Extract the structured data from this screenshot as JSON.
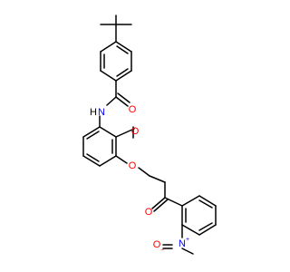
{
  "structure": {
    "atoms": {
      "nh_n": "N",
      "nh_h": "H",
      "amide_o": "O",
      "ester_o_carbonyl": "O",
      "ester_o_link": "O",
      "ketone_o": "O",
      "nitro_n": "N",
      "nitro_n_charge": "+",
      "nitro_o": "O",
      "nitro_o_charge": "−"
    },
    "colors": {
      "bond": "#000000",
      "nitrogen": "#0000ff",
      "oxygen": "#ff0000",
      "hydrogen": "#000000",
      "background": "#ffffff"
    }
  }
}
